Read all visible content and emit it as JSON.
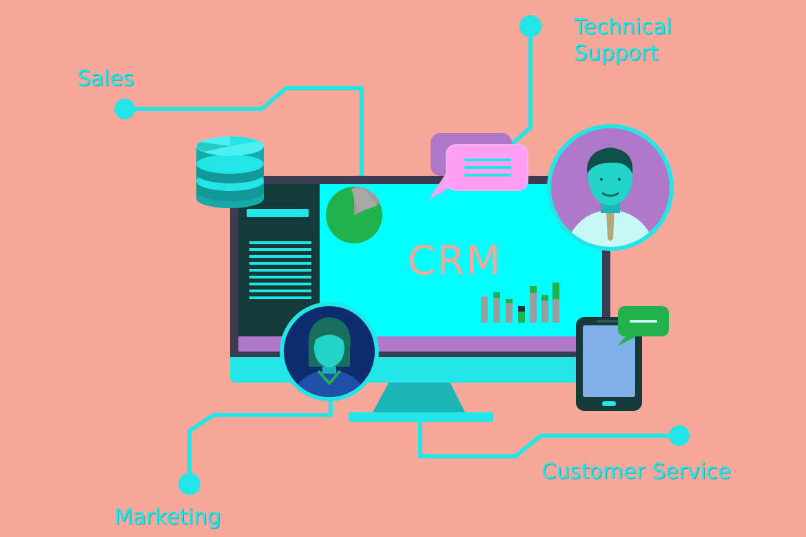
{
  "diagram": {
    "center_text": "CRM",
    "nodes": {
      "sales": "Sales",
      "technical_support": [
        "Technical",
        "Support"
      ],
      "customer_service": "Customer Service",
      "marketing": "Marketing"
    }
  },
  "colors": {
    "background": "#f9a79b",
    "accent": "#22e6e6",
    "screen": "#00ffff",
    "monitor_frame": "#3b3b52",
    "purple": "#b078c8",
    "green": "#22b14c"
  }
}
